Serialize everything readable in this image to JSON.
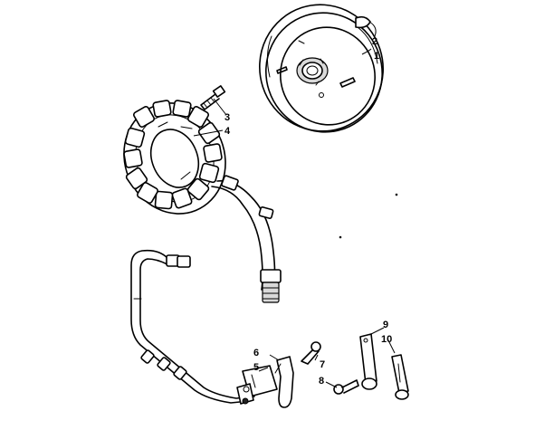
{
  "callouts": {
    "c1": "1",
    "c2": "2",
    "c3": "3",
    "c4": "4",
    "c5": "5",
    "c6": "6",
    "c7": "7",
    "c8": "8",
    "c9": "9",
    "c10": "10"
  },
  "parts": [
    "flywheel",
    "key",
    "screw",
    "stator",
    "trigger-coil",
    "bracket",
    "screw",
    "screw",
    "ground-strap",
    "ground-strap"
  ]
}
